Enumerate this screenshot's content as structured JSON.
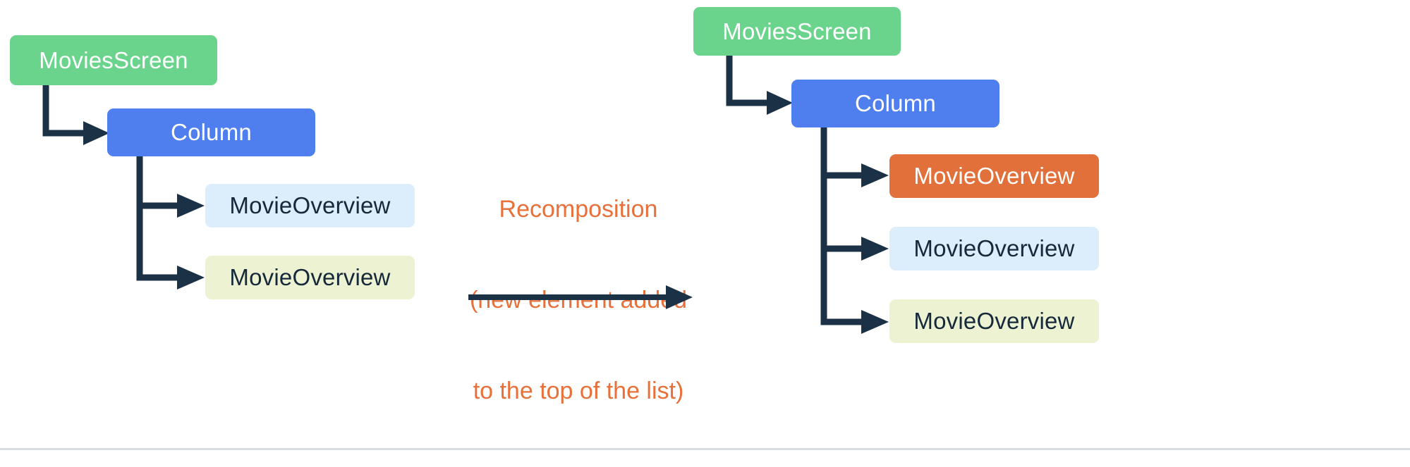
{
  "diagram": {
    "type": "composition-tree-recomposition",
    "colors": {
      "screen_node": "#6BD48C",
      "column_node": "#4F7FEE",
      "new_item_node": "#E2703A",
      "item_node_blue": "#DCEDFB",
      "item_node_yellow": "#EDF2D2",
      "connector": "#1B3246",
      "caption_accent": "#E8703A",
      "text_light": "#ffffff",
      "text_dark": "#16293B",
      "bottom_rule": "#D9DDE1"
    },
    "before_tree": {
      "name": "before-recomposition-tree",
      "root": {
        "label": "MoviesScreen",
        "style": "green"
      },
      "child": {
        "label": "Column",
        "style": "blue"
      },
      "leaves": [
        {
          "label": "MovieOverview",
          "style": "ltblue"
        },
        {
          "label": "MovieOverview",
          "style": "ltyellow"
        }
      ]
    },
    "transition": {
      "name": "recomposition-transition",
      "caption_lines": [
        "Recomposition",
        "(new element added",
        "to the top of the list)"
      ],
      "arrow": "right-arrow"
    },
    "after_tree": {
      "name": "after-recomposition-tree",
      "root": {
        "label": "MoviesScreen",
        "style": "green"
      },
      "child": {
        "label": "Column",
        "style": "blue"
      },
      "leaves": [
        {
          "label": "MovieOverview",
          "style": "orange"
        },
        {
          "label": "MovieOverview",
          "style": "ltblue"
        },
        {
          "label": "MovieOverview",
          "style": "ltyellow"
        }
      ]
    }
  }
}
